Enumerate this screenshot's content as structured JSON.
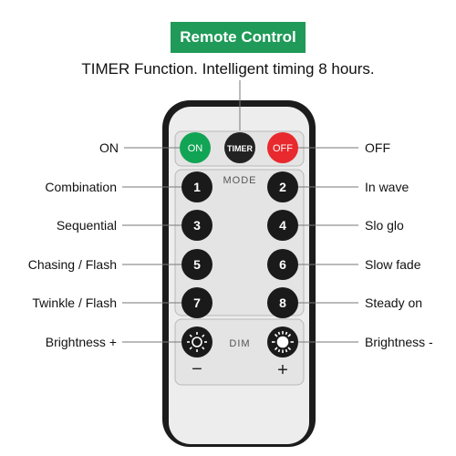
{
  "header": {
    "badge_text": "Remote Control",
    "badge_color": "#1f9a58"
  },
  "subtitle": "TIMER Function. Intelligent timing 8 hours.",
  "remote": {
    "top_buttons": {
      "on": {
        "label": "ON",
        "color": "#12a455"
      },
      "timer": {
        "label": "TIMER",
        "color": "#222222"
      },
      "off": {
        "label": "OFF",
        "color": "#e8292d"
      }
    },
    "mode_label": "MODE",
    "mode_buttons": [
      "1",
      "2",
      "3",
      "4",
      "5",
      "6",
      "7",
      "8"
    ],
    "dim_label": "DIM",
    "dim_minus_sign": "−",
    "dim_plus_sign": "+",
    "dim_icons": [
      "brightness-outline-icon",
      "brightness-full-icon"
    ]
  },
  "callouts": {
    "on": "ON",
    "off": "OFF",
    "left": [
      "Combination",
      "Sequential",
      "Chasing / Flash",
      "Twinkle / Flash"
    ],
    "right": [
      "In wave",
      "Slo glo",
      "Slow fade",
      "Steady on"
    ],
    "brightness_up": "Brightness +",
    "brightness_down": "Brightness -"
  }
}
